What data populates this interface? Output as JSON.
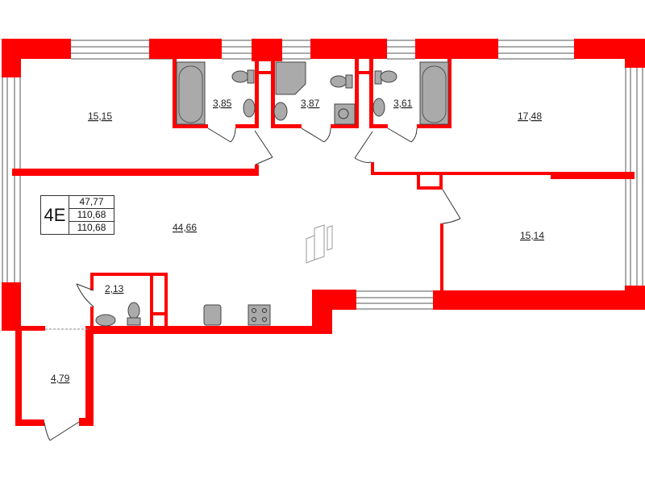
{
  "plan": {
    "apartment_code": "4E",
    "areas": {
      "living": "47,77",
      "total": "110,68",
      "total_with_balcony": "110,68"
    },
    "colors": {
      "walls": "#ff0000",
      "fixtures": "#aaaaaa",
      "background": "#ffffff"
    },
    "rooms": [
      {
        "id": "bedroom-1",
        "area": "15,15"
      },
      {
        "id": "bathroom-1",
        "area": "3,85"
      },
      {
        "id": "bathroom-2",
        "area": "3,87"
      },
      {
        "id": "bathroom-3",
        "area": "3,61"
      },
      {
        "id": "bedroom-2",
        "area": "17,48"
      },
      {
        "id": "living-kitchen",
        "area": "44,66"
      },
      {
        "id": "bedroom-3",
        "area": "15,14"
      },
      {
        "id": "wc",
        "area": "2,13"
      },
      {
        "id": "hall",
        "area": "4,79"
      }
    ]
  }
}
